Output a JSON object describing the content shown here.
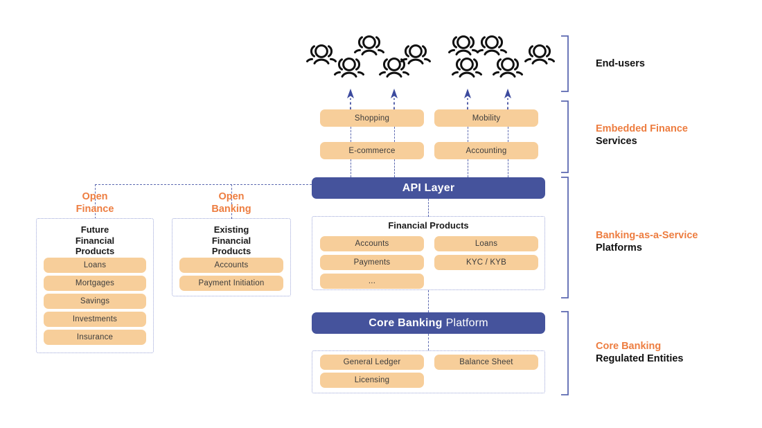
{
  "diagram": {
    "title": "Embedded Finance / Banking-as-a-Service stack",
    "colors": {
      "orange_accent": "#ED7D40",
      "pill_fill": "#F7CE9A",
      "blue_bar": "#45539C",
      "connector": "#5b68b0",
      "dotted_border": "#9aa4d8",
      "text_dark": "#1a1a1a"
    }
  },
  "layers": [
    {
      "id": "end-users",
      "label_top": "",
      "label_bottom": "End-users",
      "label_top_color": "",
      "user_group_count": 10
    },
    {
      "id": "embedded-finance",
      "label_top": "Embedded Finance",
      "label_bottom": "Services"
    },
    {
      "id": "baas",
      "label_top": "Banking-as-a-Service",
      "label_bottom": "Platforms"
    },
    {
      "id": "core-banking",
      "label_top": "Core Banking",
      "label_bottom": "Regulated Entities"
    }
  ],
  "services": {
    "left_column": [
      {
        "label": "Shopping"
      },
      {
        "label": "E-commerce"
      }
    ],
    "right_column": [
      {
        "label": "Mobility"
      },
      {
        "label": "Accounting"
      }
    ]
  },
  "api_layer": {
    "label": "API Layer"
  },
  "financial_products": {
    "heading": "Financial Products",
    "left_column": [
      "Accounts",
      "Payments",
      "..."
    ],
    "right_column": [
      "Loans",
      "KYC / KYB"
    ]
  },
  "core_banking_platform": {
    "label_bold": "Core Banking",
    "label_light": "Platform"
  },
  "regulated_items": {
    "left_column": [
      "General Ledger",
      "Licensing"
    ],
    "right_column": [
      "Balance Sheet"
    ]
  },
  "open_finance": {
    "caption_line1": "Open",
    "caption_line2": "Finance",
    "heading_line1": "Future",
    "heading_line2": "Financial",
    "heading_line3": "Products",
    "items": [
      "Loans",
      "Mortgages",
      "Savings",
      "Investments",
      "Insurance"
    ]
  },
  "open_banking": {
    "caption_line1": "Open",
    "caption_line2": "Banking",
    "heading_line1": "Existing",
    "heading_line2": "Financial",
    "heading_line3": "Products",
    "items": [
      "Accounts",
      "Payment Initiation"
    ]
  },
  "icons": {
    "user_group": "user-group-icon",
    "arrow_up": "arrow-up-icon"
  }
}
